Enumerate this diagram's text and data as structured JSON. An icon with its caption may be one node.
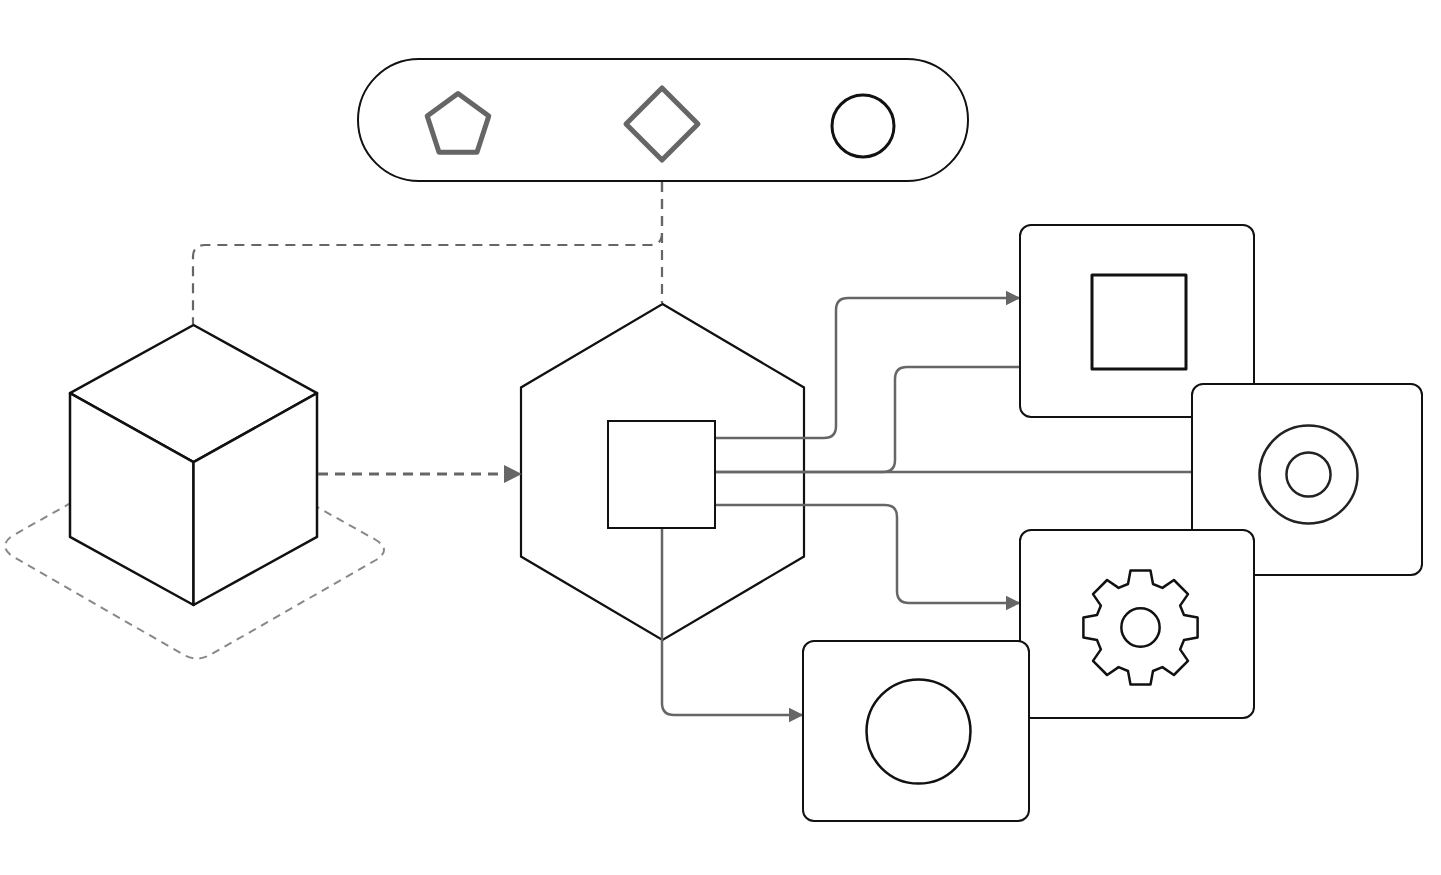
{
  "diagram": {
    "nodes": [
      {
        "text": [],
        "shape": "pill"
      },
      {
        "text": [],
        "shape": "cube"
      },
      {
        "text": [],
        "shape": "hexagon"
      },
      {
        "text": [],
        "shape": "box",
        "in": 2
      },
      {
        "text": [],
        "shape": "box"
      },
      {
        "text": [],
        "shape": "box"
      },
      {
        "text": [],
        "shape": "box"
      },
      {
        "text": [],
        "shape": "box"
      }
    ],
    "edges": [
      {
        "from": 0,
        "to": 1,
        "arrow": "none",
        "style": "dashed"
      },
      {
        "from": 0,
        "to": 2,
        "arrow": "none",
        "style": "dashed"
      },
      {
        "from": 1,
        "to": 2,
        "arrow": "to",
        "style": "dashed"
      },
      {
        "from": 3,
        "to": 4,
        "arrow": "to"
      },
      {
        "from": 3,
        "to": 4,
        "arrow": "none"
      },
      {
        "from": 3,
        "to": 5,
        "arrow": "none"
      },
      {
        "from": 3,
        "to": 6,
        "arrow": "to"
      },
      {
        "from": 3,
        "to": 7,
        "arrow": "to"
      }
    ]
  }
}
